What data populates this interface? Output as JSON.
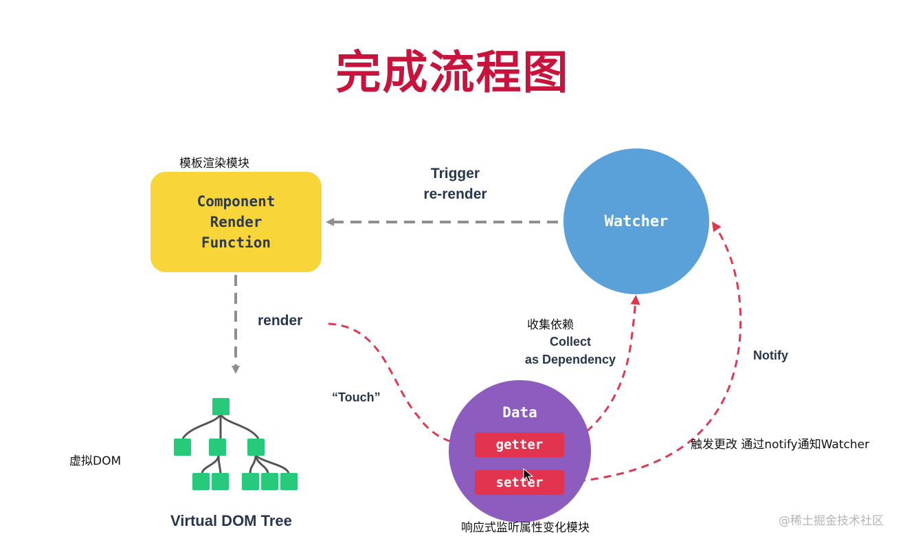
{
  "title": "完成流程图",
  "labels": {
    "template_module": "模板渲染模块",
    "virtual_dom_cn": "虚拟DOM",
    "reactive_module": "响应式监听属性变化模块",
    "collect_cn": "收集依赖",
    "notify_cn": "触发更改 通过notify通知Watcher"
  },
  "component": {
    "line1": "Component",
    "line2": "Render",
    "line3": "Function"
  },
  "watcher": {
    "label": "Watcher"
  },
  "data_node": {
    "label": "Data",
    "getter": "getter",
    "setter": "setter"
  },
  "edges": {
    "trigger_line1": "Trigger",
    "trigger_line2": "re-render",
    "render": "render",
    "touch": "“Touch”",
    "collect_line1": "Collect",
    "collect_line2": "as Dependency",
    "notify": "Notify"
  },
  "vdom_tree": {
    "caption": "Virtual DOM Tree"
  },
  "watermark": "@稀土掘金技术社区",
  "colors": {
    "title": "#c8143c",
    "component": "#f8d63a",
    "watcher": "#5aa1da",
    "data": "#8c5cbf",
    "pill": "#e2334f",
    "dashed_red": "#e0374f",
    "dashed_gray": "#8e8e8e",
    "tree_node": "#27c97a",
    "tree_line": "#555555"
  }
}
